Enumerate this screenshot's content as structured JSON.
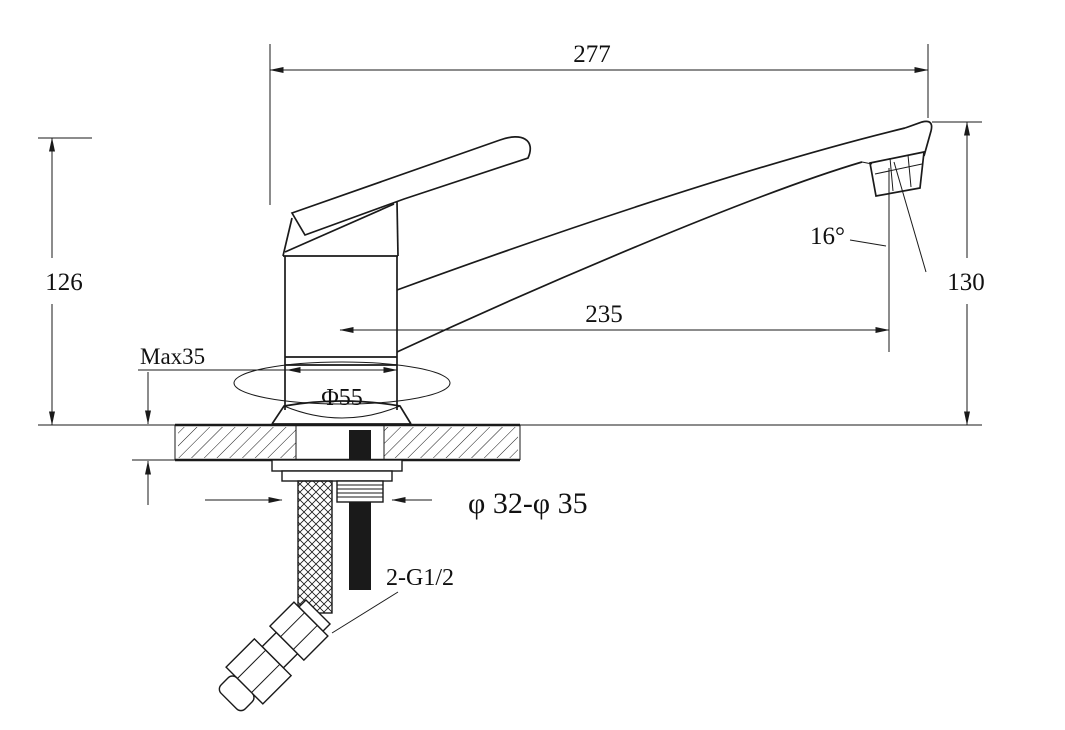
{
  "page": {
    "background": "#ffffff",
    "line_color": "#1a1a1a"
  },
  "drawing": {
    "kind": "single-lever kitchen faucet installation drawing, side elevation",
    "labels": {
      "overall_projection": "277",
      "body_height": "126",
      "spout_height": "130",
      "spout_reach": "235",
      "spout_angle": "16°",
      "max_deck_thickness": "Max35",
      "base_diameter": "Φ55",
      "mounting_hole_diameter": "φ 32-φ 35",
      "inlet_connection": "2-G1/2"
    }
  }
}
